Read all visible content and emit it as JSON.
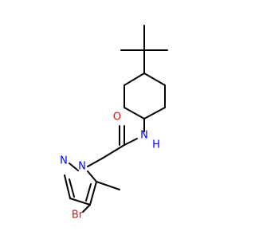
{
  "molecule": {
    "atoms": {
      "oxygen": {
        "label": "O",
        "color": "#ff0000"
      },
      "amide_nitrogen": {
        "label": "N",
        "color": "#0000ff"
      },
      "amide_hydrogen": {
        "label": "H",
        "color": "#0000ff"
      },
      "pyrazole_n1": {
        "label": "N",
        "color": "#0000ff"
      },
      "pyrazole_n2": {
        "label": "N",
        "color": "#0000ff"
      },
      "bromine": {
        "label": "Br",
        "color": "#a52a2a"
      }
    }
  }
}
